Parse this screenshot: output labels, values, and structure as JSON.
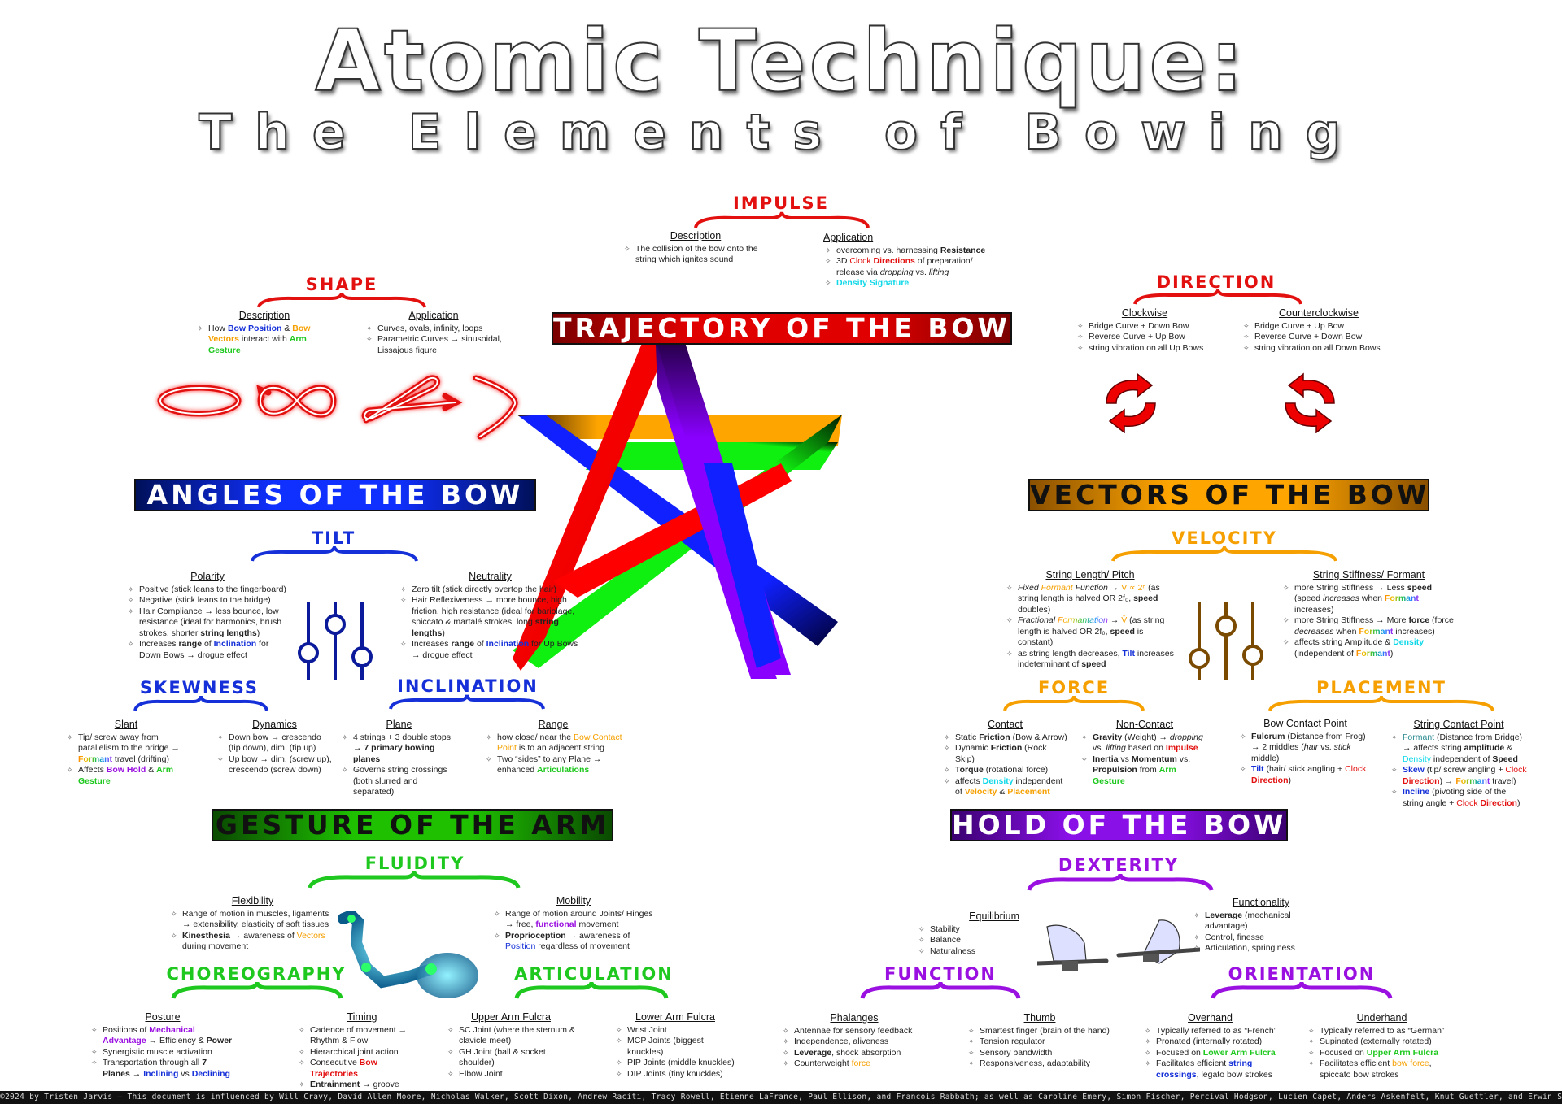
{
  "title": {
    "main": "Atomic Technique:",
    "subtitle": "The Elements of Bowing"
  },
  "colors": {
    "trajectory": "#e00000",
    "angles": "#1030ff",
    "vectors": "#ffa500",
    "gesture": "#1ec000",
    "hold": "#8a10e8"
  },
  "banners": {
    "trajectory": "TRAJECTORY OF THE BOW",
    "angles": "ANGLES OF THE BOW",
    "vectors": "VECTORS OF THE BOW",
    "gesture": "GESTURE OF THE ARM",
    "hold": "HOLD OF THE BOW"
  },
  "impulse": {
    "heading": "IMPULSE",
    "description": {
      "title": "Description",
      "items": [
        "The collision of the bow onto the string which ignites sound"
      ]
    },
    "application": {
      "title": "Application",
      "items": [
        "overcoming vs. harnessing Resistance",
        "3D Clock Directions of preparation/ release via dropping vs. lifting",
        "Density Signature"
      ]
    }
  },
  "shape": {
    "heading": "SHAPE",
    "description": {
      "title": "Description",
      "items": [
        "How Bow Position & Bow Vectors interact with Arm Gesture"
      ]
    },
    "application": {
      "title": "Application",
      "items": [
        "Curves, ovals, infinity, loops",
        "Parametric Curves → sinusoidal, Lissajous figure"
      ]
    },
    "icons": [
      "oval-icon",
      "infinity-loop-icon",
      "lissajous-arrow-icon",
      "boomerang-curve-icon"
    ]
  },
  "direction": {
    "heading": "DIRECTION",
    "clockwise": {
      "title": "Clockwise",
      "items": [
        "Bridge Curve + Down Bow",
        "Reverse Curve + Up Bow",
        "string vibration on all Up Bows"
      ]
    },
    "counterclockwise": {
      "title": "Counterclockwise",
      "items": [
        "Bridge Curve + Up Bow",
        "Reverse Curve + Down Bow",
        "string vibration on all Down Bows"
      ]
    }
  },
  "tilt": {
    "heading": "TILT",
    "polarity": {
      "title": "Polarity",
      "items": [
        "Positive (stick leans to the fingerboard)",
        "Negative (stick leans to the bridge)",
        "Hair Compliance → less bounce, low resistance (ideal for harmonics, brush strokes, shorter string lengths)",
        "Increases range of Inclination for Down Bows → drogue effect"
      ]
    },
    "neutrality": {
      "title": "Neutrality",
      "items": [
        "Zero tilt (stick directly overtop the hair)",
        "Hair Reflexiveness → more bounce, high friction, high resistance (ideal for bariolage, spiccato & martalé strokes, long string lengths)",
        "Increases range of Inclination for Up Bows → drogue effect"
      ]
    }
  },
  "skewness": {
    "heading": "SKEWNESS",
    "slant": {
      "title": "Slant",
      "items": [
        "Tip/ screw away from parallelism to the bridge → Formant travel (drifting)",
        "Affects Bow Hold & Arm Gesture"
      ]
    },
    "dynamics": {
      "title": "Dynamics",
      "items": [
        "Down bow → crescendo (tip down), dim. (tip up)",
        "Up bow → dim. (screw up), crescendo (screw down)"
      ]
    }
  },
  "inclination": {
    "heading": "INCLINATION",
    "plane": {
      "title": "Plane",
      "items": [
        "4 strings + 3 double stops → 7 primary bowing planes",
        "Governs string crossings (both slurred and separated)"
      ]
    },
    "range": {
      "title": "Range",
      "items": [
        "how close/ near the Bow Contact Point is to an adjacent string",
        "Two “sides” to any Plane → enhanced Articulations"
      ]
    }
  },
  "velocity": {
    "heading": "VELOCITY",
    "string_length": {
      "title": "String Length/ Pitch",
      "items": [
        "Fixed Formant Function → V ∝ 2ⁿ (as string length is halved OR 2f₀, speed doubles)",
        "Fractional Formantation → V̄ (as string length is halved OR 2f₀, speed is constant)",
        "as string length decreases, Tilt increases indeterminant of speed"
      ]
    },
    "string_stiffness": {
      "title": "String Stiffness/ Formant",
      "items": [
        "more String Stiffness → Less speed (speed increases when Formant increases)",
        "more String Stiffness → More force (force decreases when Formant increases)",
        "affects string Amplitude & Density (independent of Formant)"
      ]
    }
  },
  "force": {
    "heading": "FORCE",
    "contact": {
      "title": "Contact",
      "items": [
        "Static Friction (Bow & Arrow)",
        "Dynamic Friction (Rock Skip)",
        "Torque (rotational force)",
        "affects Density independent of Velocity & Placement"
      ]
    },
    "non_contact": {
      "title": "Non-Contact",
      "items": [
        "Gravity (Weight) → dropping vs. lifting based on Impulse",
        "Inertia vs Momentum vs. Propulsion from Arm Gesture"
      ]
    }
  },
  "placement": {
    "heading": "PLACEMENT",
    "bow_contact": {
      "title": "Bow Contact Point",
      "items": [
        "Fulcrum (Distance from Frog) → 2 middles (hair vs. stick middle)",
        "Tilt (hair/ stick angling + Clock Direction)"
      ]
    },
    "string_contact": {
      "title": "String Contact Point",
      "items": [
        "Formant (Distance from Bridge) → affects string amplitude & Density independent of Speed",
        "Skew (tip/ screw angling + Clock Direction) → Formant travel)",
        "Incline (pivoting side of the string angle + Clock Direction)"
      ]
    }
  },
  "fluidity": {
    "heading": "FLUIDITY",
    "flexibility": {
      "title": "Flexibility",
      "items": [
        "Range of motion in muscles, ligaments → extensibility, elasticity of soft tissues",
        "Kinesthesia → awareness of Vectors during movement"
      ]
    },
    "mobility": {
      "title": "Mobility",
      "items": [
        "Range of motion around Joints/ Hinges → free, functional movement",
        "Proprioception → awareness of Position regardless of movement"
      ]
    }
  },
  "choreography": {
    "heading": "CHOREOGRAPHY",
    "posture": {
      "title": "Posture",
      "items": [
        "Positions of Mechanical Advantage → Efficiency & Power",
        "Synergistic muscle activation",
        "Transportation through all 7 Planes → Inclining vs Declining"
      ]
    },
    "timing": {
      "title": "Timing",
      "items": [
        "Cadence of movement → Rhythm & Flow",
        "Hierarchical joint action",
        "Consecutive Bow Trajectories",
        "Entrainment → groove"
      ]
    }
  },
  "articulation": {
    "heading": "ARTICULATION",
    "upper": {
      "title": "Upper Arm Fulcra",
      "items": [
        "SC Joint (where the sternum & clavicle meet)",
        "GH Joint (ball & socket shoulder)",
        "Elbow Joint"
      ]
    },
    "lower": {
      "title": "Lower Arm Fulcra",
      "items": [
        "Wrist Joint",
        "MCP Joints (biggest knuckles)",
        "PIP Joints (middle knuckles)",
        "DIP Joints (tiny knuckles)"
      ]
    }
  },
  "dexterity": {
    "heading": "DEXTERITY",
    "equilibrium": {
      "title": "Equilibrium",
      "items": [
        "Stability",
        "Balance",
        "Naturalness"
      ]
    },
    "functionality": {
      "title": "Functionality",
      "items": [
        "Leverage (mechanical advantage)",
        "Control, finesse",
        "Articulation, springiness"
      ]
    }
  },
  "function": {
    "heading": "FUNCTION",
    "phalanges": {
      "title": "Phalanges",
      "items": [
        "Antennae for sensory feedback",
        "Independence, aliveness",
        "Leverage, shock absorption",
        "Counterweight force"
      ]
    },
    "thumb": {
      "title": "Thumb",
      "items": [
        "Smartest finger (brain of the hand)",
        "Tension regulator",
        "Sensory bandwidth",
        "Responsiveness, adaptability"
      ]
    }
  },
  "orientation": {
    "heading": "ORIENTATION",
    "overhand": {
      "title": "Overhand",
      "items": [
        "Typically referred to as “French”",
        "Pronated (internally rotated)",
        "Focused on Lower Arm Fulcra",
        "Facilitates efficient string crossings, legato bow strokes"
      ]
    },
    "underhand": {
      "title": "Underhand",
      "items": [
        "Typically referred to as “German”",
        "Supinated (externally rotated)",
        "Focused on Upper Arm Fulcra",
        "Facilitates efficient bow force, spiccato bow strokes"
      ]
    }
  },
  "footer": "©2024 by Tristen Jarvis – This document is influenced by Will Cravy, David Allen Moore, Nicholas Walker, Scott Dixon, Andrew Raciti, Tracy Rowell, Etienne LaFrance, Paul Ellison, and Francois Rabbath; as well as Caroline Emery, Simon Fischer, Percival Hodgson, Lucien Capet, Anders Askenfelt, Knut Guettler, and Erwin Schoonderwaldt"
}
